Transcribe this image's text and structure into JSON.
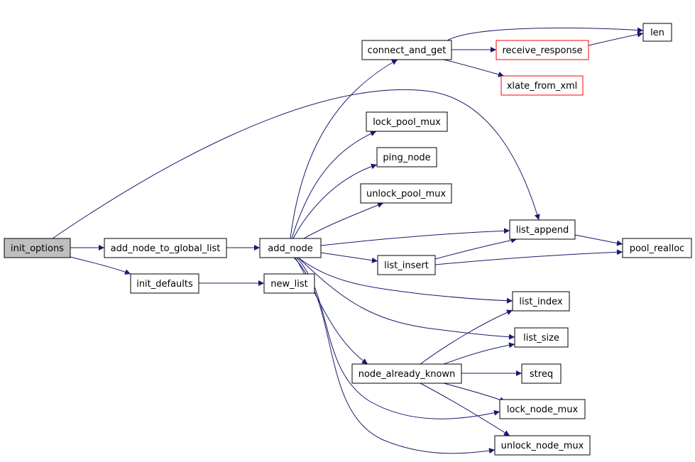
{
  "graph": {
    "type": "call-graph",
    "nodes": [
      {
        "id": "init_options",
        "label": "init_options",
        "root": true
      },
      {
        "id": "add_node_to_global_list",
        "label": "add_node_to_global_list"
      },
      {
        "id": "init_defaults",
        "label": "init_defaults"
      },
      {
        "id": "add_node",
        "label": "add_node"
      },
      {
        "id": "new_list",
        "label": "new_list"
      },
      {
        "id": "connect_and_get",
        "label": "connect_and_get"
      },
      {
        "id": "lock_pool_mux",
        "label": "lock_pool_mux"
      },
      {
        "id": "ping_node",
        "label": "ping_node"
      },
      {
        "id": "unlock_pool_mux",
        "label": "unlock_pool_mux"
      },
      {
        "id": "list_append",
        "label": "list_append"
      },
      {
        "id": "list_insert",
        "label": "list_insert"
      },
      {
        "id": "list_index",
        "label": "list_index"
      },
      {
        "id": "list_size",
        "label": "list_size"
      },
      {
        "id": "node_already_known",
        "label": "node_already_known"
      },
      {
        "id": "streq",
        "label": "streq"
      },
      {
        "id": "lock_node_mux",
        "label": "lock_node_mux"
      },
      {
        "id": "unlock_node_mux",
        "label": "unlock_node_mux"
      },
      {
        "id": "receive_response",
        "label": "receive_response",
        "truncated": true
      },
      {
        "id": "xlate_from_xml",
        "label": "xlate_from_xml",
        "truncated": true
      },
      {
        "id": "len",
        "label": "len"
      },
      {
        "id": "pool_realloc",
        "label": "pool_realloc"
      }
    ],
    "edges": [
      {
        "from": "init_options",
        "to": "add_node_to_global_list"
      },
      {
        "from": "init_options",
        "to": "init_defaults"
      },
      {
        "from": "init_options",
        "to": "list_append"
      },
      {
        "from": "add_node_to_global_list",
        "to": "add_node"
      },
      {
        "from": "init_defaults",
        "to": "new_list"
      },
      {
        "from": "add_node",
        "to": "connect_and_get"
      },
      {
        "from": "add_node",
        "to": "lock_pool_mux"
      },
      {
        "from": "add_node",
        "to": "ping_node"
      },
      {
        "from": "add_node",
        "to": "unlock_pool_mux"
      },
      {
        "from": "add_node",
        "to": "list_append"
      },
      {
        "from": "add_node",
        "to": "list_insert"
      },
      {
        "from": "add_node",
        "to": "list_index"
      },
      {
        "from": "add_node",
        "to": "list_size"
      },
      {
        "from": "add_node",
        "to": "node_already_known"
      },
      {
        "from": "add_node",
        "to": "lock_node_mux"
      },
      {
        "from": "add_node",
        "to": "unlock_node_mux"
      },
      {
        "from": "connect_and_get",
        "to": "len"
      },
      {
        "from": "connect_and_get",
        "to": "receive_response"
      },
      {
        "from": "connect_and_get",
        "to": "xlate_from_xml"
      },
      {
        "from": "receive_response",
        "to": "len"
      },
      {
        "from": "list_append",
        "to": "pool_realloc"
      },
      {
        "from": "list_insert",
        "to": "list_append"
      },
      {
        "from": "list_insert",
        "to": "pool_realloc"
      },
      {
        "from": "node_already_known",
        "to": "list_index"
      },
      {
        "from": "node_already_known",
        "to": "list_size"
      },
      {
        "from": "node_already_known",
        "to": "streq"
      },
      {
        "from": "node_already_known",
        "to": "lock_node_mux"
      },
      {
        "from": "node_already_known",
        "to": "unlock_node_mux"
      }
    ]
  }
}
